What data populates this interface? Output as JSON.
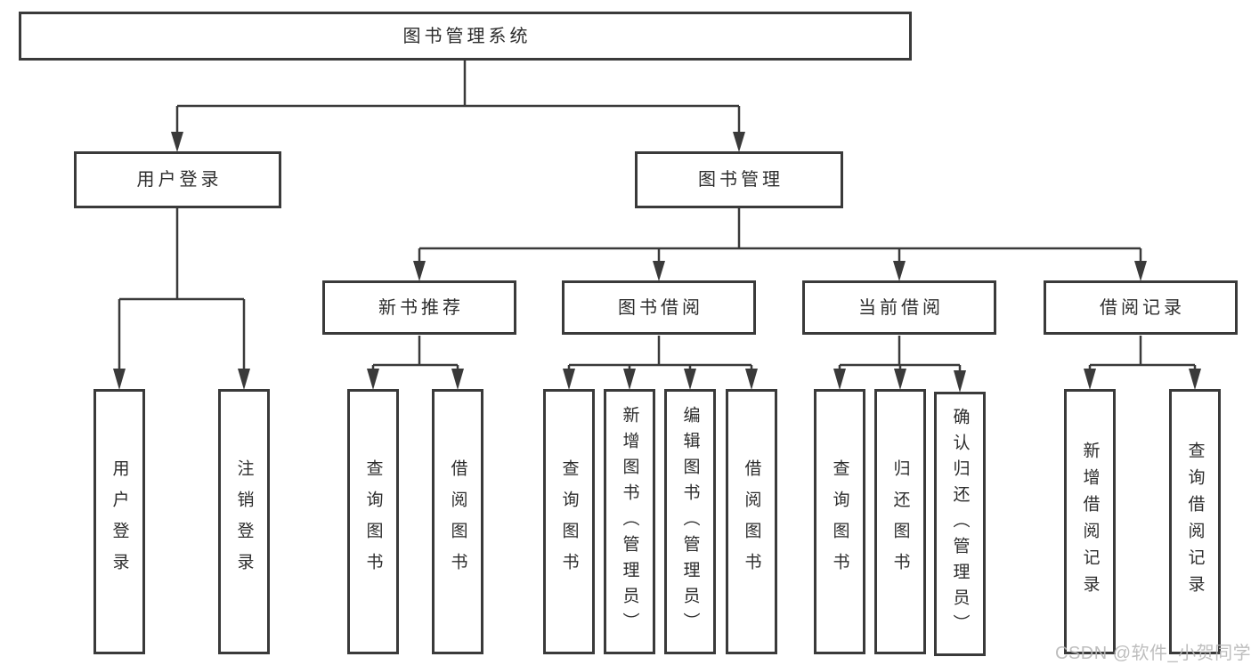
{
  "page": {
    "background": "#ffffff"
  },
  "colors": {
    "line": "#3a3a3a",
    "box_border": "#3a3a3a",
    "box_fill": "#ffffff",
    "text": "#2d2d2d",
    "watermark": "#b7b7b7"
  },
  "watermark": {
    "text": "CSDN @软件_小贺同学"
  },
  "diagram": {
    "type": "tree",
    "root": {
      "label": "图书管理系统",
      "children": [
        {
          "label": "用户登录",
          "children": [
            {
              "label": "用户登录"
            },
            {
              "label": "注销登录"
            }
          ]
        },
        {
          "label": "图书管理",
          "children": [
            {
              "label": "新书推荐",
              "children": [
                {
                  "label": "查询图书"
                },
                {
                  "label": "借阅图书"
                }
              ]
            },
            {
              "label": "图书借阅",
              "children": [
                {
                  "label": "查询图书"
                },
                {
                  "label": "新增图书（管理员）"
                },
                {
                  "label": "编辑图书（管理员）"
                },
                {
                  "label": "借阅图书"
                }
              ]
            },
            {
              "label": "当前借阅",
              "children": [
                {
                  "label": "查询图书"
                },
                {
                  "label": "归还图书"
                },
                {
                  "label": "确认归还（管理员）"
                }
              ]
            },
            {
              "label": "借阅记录",
              "children": [
                {
                  "label": "新增借阅记录"
                },
                {
                  "label": "查询借阅记录"
                }
              ]
            }
          ]
        }
      ]
    }
  }
}
